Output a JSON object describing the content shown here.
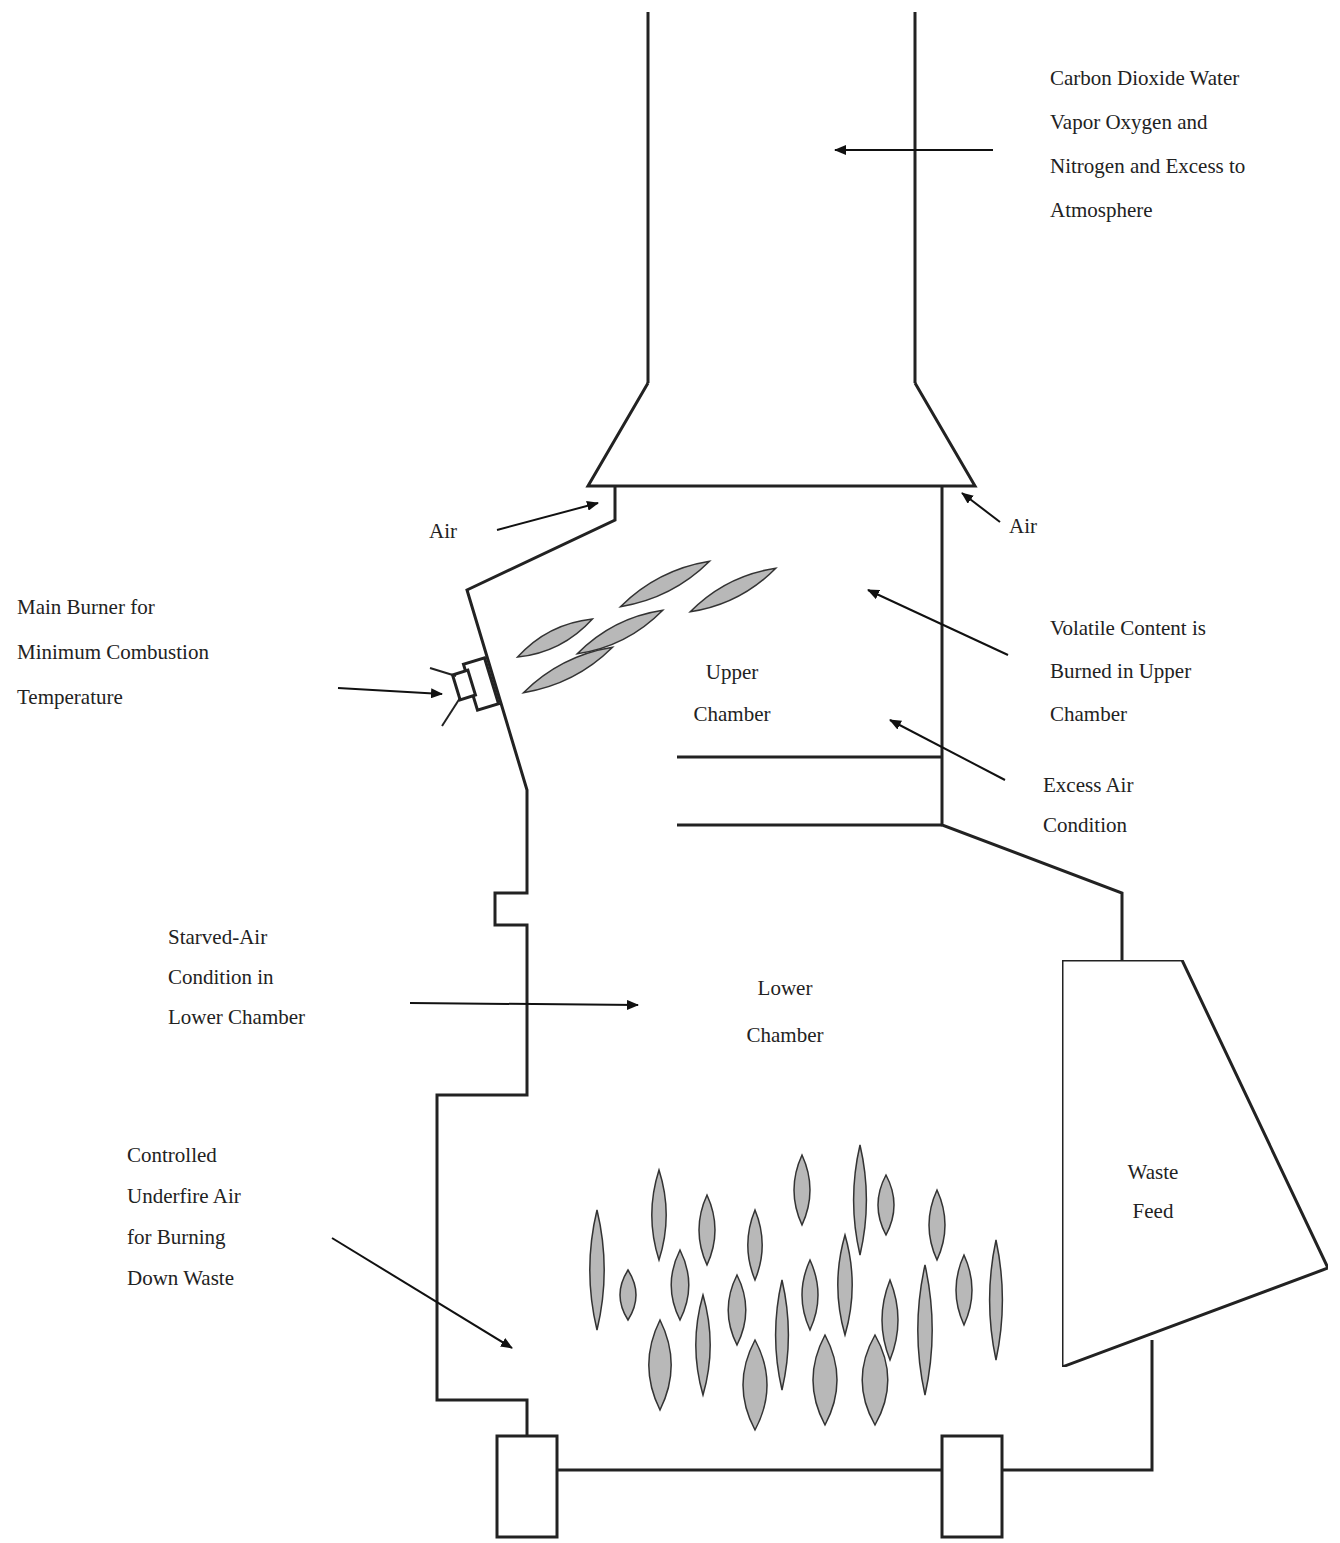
{
  "diagram": {
    "nodes": [
      {
        "text": [
          "Waste Feed"
        ]
      }
    ],
    "labels": [
      "Carbon Dioxide Water Vapor Oxygen and Nitrogen and Excess to Atmosphere",
      "Air",
      "Air",
      "Main Burner for Minimum Combustion Temperature",
      "Volatile Content is Burned in Upper Chamber",
      "Upper Chamber",
      "Excess Air Condition",
      "Starved-Air Condition in Lower Chamber",
      "Lower Chamber",
      "Controlled Underfire Air for Burning Down Waste"
    ]
  }
}
